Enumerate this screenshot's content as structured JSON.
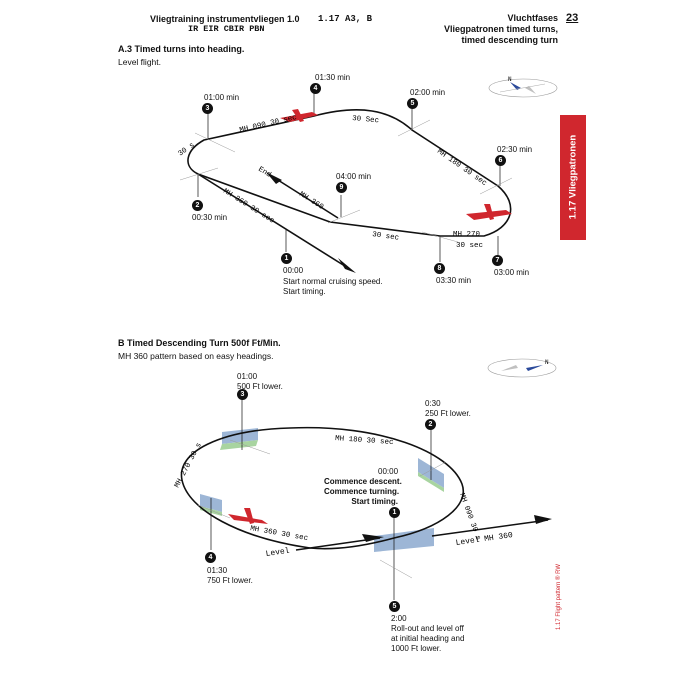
{
  "header": {
    "left_title": "Vliegtraining instrumentvliegen 1.0",
    "left_subtitle": "IR EIR CBIR PBN",
    "section_ref": "1.17  A3, B",
    "right_title": "Vluchtfases",
    "right_line2": "Vliegpatronen timed turns,",
    "right_line3": "timed descending turn",
    "page_number": "23"
  },
  "side_tab": {
    "label": "1.17 Vliegpatronen",
    "color": "#d0272e"
  },
  "footer_note": "1.17 Flight pattern ® RW",
  "section_a": {
    "title": "A.3       Timed turns into heading.",
    "subtitle": "Level flight.",
    "compass_label": "N",
    "track_labels": {
      "mh090": "MH 090 30 sec",
      "sec30_top": "30 Sec",
      "mh180": "MH 180 30 sec",
      "mh270": "MH 270",
      "mh270_sec": "30 sec",
      "sec30_bottom": "30 sec",
      "mh360": "MH 360 30 sec",
      "sec30_left": "30 s",
      "mh360_inner": "MH 360",
      "end": "End"
    },
    "points": [
      {
        "num": "1",
        "time": "00:00",
        "note1": "Start normal cruising speed.",
        "note2": "Start timing."
      },
      {
        "num": "2",
        "time": "00:30 min"
      },
      {
        "num": "3",
        "time": "01:00 min"
      },
      {
        "num": "4",
        "time": "01:30 min"
      },
      {
        "num": "5",
        "time": "02:00 min"
      },
      {
        "num": "6",
        "time": "02:30 min"
      },
      {
        "num": "7",
        "time": "03:00 min"
      },
      {
        "num": "8",
        "time": "03:30 min"
      },
      {
        "num": "9",
        "time": "04:00 min"
      }
    ]
  },
  "section_b": {
    "title": "B          Timed Descending Turn 500f Ft/Min.",
    "subtitle": "MH 360 pattern based on easy headings.",
    "compass_label": "N",
    "track_labels": {
      "mh180": "MH 180 30 sec",
      "mh270": "MH 270 30 s",
      "mh360": "MH 360 30 sec",
      "mh090": "MH 090 30 s",
      "level_left": "Level",
      "level_right": "Level MH 360"
    },
    "start": {
      "num": "1",
      "time": "00:00",
      "line1": "Commence descent.",
      "line2": "Commence turning.",
      "line3": "Start timing."
    },
    "p2": {
      "num": "2",
      "time": "0:30",
      "note": "250 Ft lower."
    },
    "p3": {
      "num": "3",
      "time": "01:00",
      "note": "500 Ft lower."
    },
    "p4": {
      "num": "4",
      "time": "01:30",
      "note": "750 Ft lower."
    },
    "p5": {
      "num": "5",
      "time": "2:00",
      "line1": "Roll-out and level off",
      "line2": "at initial heading and",
      "line3": "1000 Ft lower."
    }
  }
}
